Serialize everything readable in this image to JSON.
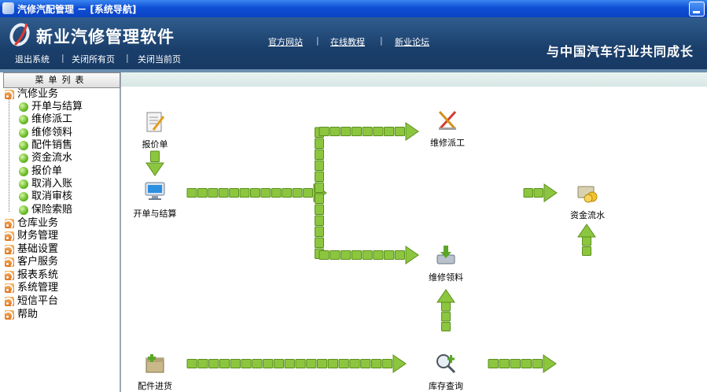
{
  "window": {
    "title": "汽修汽配管理 － [系统导航]"
  },
  "header": {
    "brand": "新业汽修管理软件",
    "slogan": "与中国汽车行业共同成长",
    "links_left": [
      "退出系统",
      "关闭所有页",
      "关闭当前页"
    ],
    "links_center": [
      "官方网站",
      "在线教程",
      "新业论坛"
    ]
  },
  "sidebar": {
    "header": "菜单列表",
    "groups": [
      {
        "label": "汽修业务",
        "children": [
          "开单与结算",
          "维修派工",
          "维修领料",
          "配件销售",
          "资金流水",
          "报价单",
          "取消入账",
          "取消审核",
          "保险索赔"
        ]
      },
      {
        "label": "仓库业务"
      },
      {
        "label": "财务管理"
      },
      {
        "label": "基础设置"
      },
      {
        "label": "客户服务"
      },
      {
        "label": "报表系统"
      },
      {
        "label": "系统管理"
      },
      {
        "label": "短信平台"
      },
      {
        "label": "帮助"
      }
    ]
  },
  "flow": {
    "nodes": {
      "quote": "报价单",
      "billing": "开单与结算",
      "dispatch": "维修派工",
      "materials": "维修领料",
      "cashflow": "资金流水",
      "parts_in": "配件进货",
      "stock_query": "库存查询"
    }
  },
  "colors": {
    "arrow_fill": "#8cc63f",
    "arrow_dark": "#5b8f1d",
    "header_bg": "#1b3f6b",
    "titlebar": "#0e4fd6"
  }
}
